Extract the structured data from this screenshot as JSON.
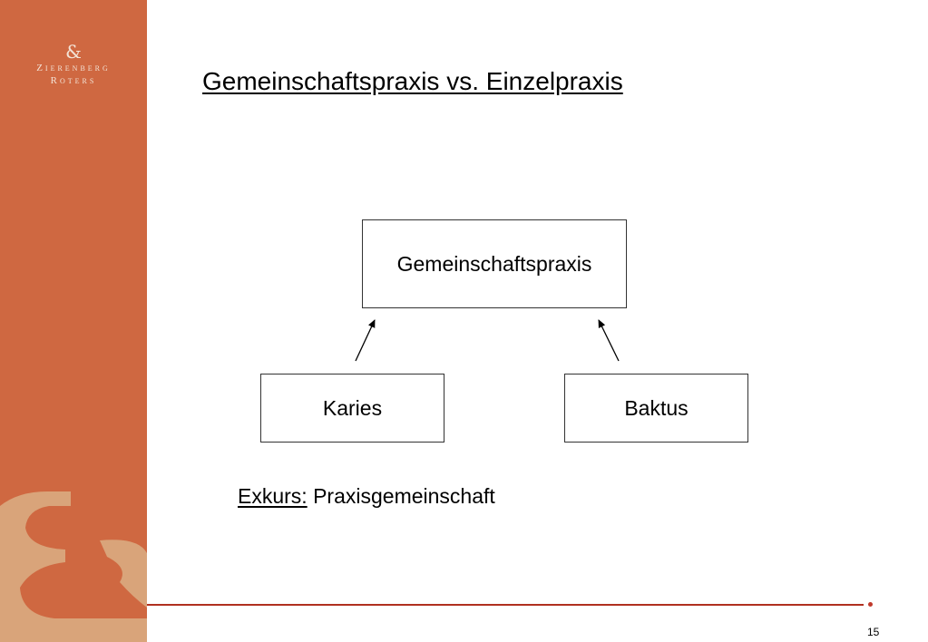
{
  "logo": {
    "ampersand": "&",
    "line1": "Zierenberg",
    "line2": "Roters"
  },
  "slide": {
    "title": "Gemeinschaftspraxis vs. Einzelpraxis",
    "page_number": "15"
  },
  "diagram": {
    "top_box": "Gemeinschaftspraxis",
    "left_box": "Karies",
    "right_box": "Baktus"
  },
  "exkurs": {
    "label": "Exkurs:",
    "text": "Praxisgemeinschaft"
  },
  "colors": {
    "sidebar": "#cf6841",
    "accent_line": "#b03020",
    "logo_text": "#f3e3d6",
    "decor_ampersand": "#d9a47a"
  }
}
